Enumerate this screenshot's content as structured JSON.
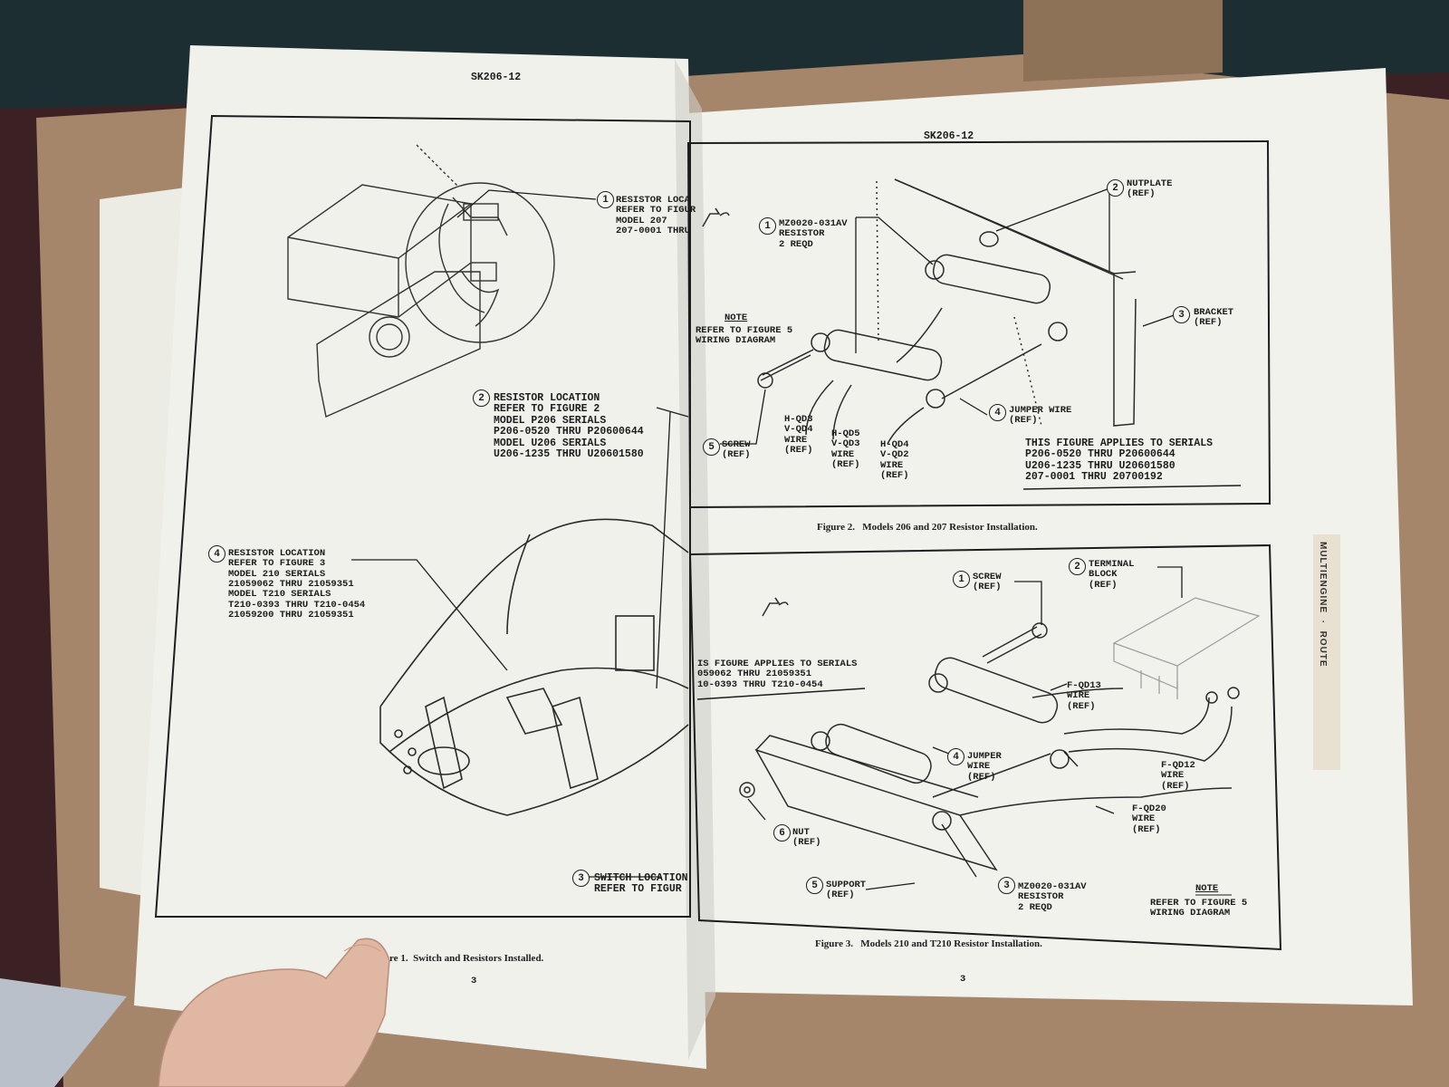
{
  "left_page": {
    "header": "SK206-12",
    "callout_1": {
      "num": "1",
      "lines": [
        "RESISTOR LOCA",
        "REFER TO FIGUR",
        "MODEL 207",
        "207-0001 THRU"
      ]
    },
    "callout_2": {
      "num": "2",
      "lines": [
        "RESISTOR LOCATION",
        "REFER TO FIGURE 2",
        "MODEL P206 SERIALS",
        "P206-0520 THRU P20600644",
        "MODEL U206 SERIALS",
        "U206-1235 THRU U20601580"
      ]
    },
    "callout_3": {
      "num": "3",
      "lines": [
        "SWITCH LOCATION",
        "REFER TO FIGUR"
      ]
    },
    "callout_4": {
      "num": "4",
      "lines": [
        "RESISTOR LOCATION",
        "REFER TO FIGURE 3",
        "MODEL 210 SERIALS",
        "21059062 THRU 21059351",
        "MODEL T210 SERIALS",
        "T210-0393 THRU T210-0454",
        "21059200 THRU 21059351"
      ]
    },
    "caption": "re 1.  Switch and Resistors Installed.",
    "page_number": "3"
  },
  "right_page": {
    "header": "SK206-12",
    "figure2": {
      "callout_1": {
        "num": "1",
        "lines": [
          "MZ0020-031AV",
          "RESISTOR",
          "2 REQD"
        ]
      },
      "callout_2": {
        "num": "2",
        "lines": [
          "NUTPLATE",
          "(REF)"
        ]
      },
      "callout_3": {
        "num": "3",
        "lines": [
          "BRACKET",
          "(REF)"
        ]
      },
      "callout_4": {
        "num": "4",
        "lines": [
          "JUMPER WIRE",
          "(REF)"
        ]
      },
      "callout_5": {
        "num": "5",
        "lines": [
          "SCREW",
          "(REF)"
        ]
      },
      "note_title": "NOTE",
      "note_lines": [
        "REFER TO FIGURE 5",
        "WIRING DIAGRAM"
      ],
      "wire_a": [
        "H-QD3",
        "V-QD4",
        "WIRE",
        "(REF)"
      ],
      "wire_b": [
        "H-QD5",
        "V-QD3",
        "WIRE",
        "(REF)"
      ],
      "wire_c": [
        "H-QD4",
        "V-QD2",
        "WIRE",
        "(REF)"
      ],
      "applies": [
        "THIS FIGURE APPLIES TO SERIALS",
        "P206-0520 THRU P20600644",
        "U206-1235 THRU U20601580",
        "207-0001 THRU 20700192"
      ],
      "caption": "Figure 2.   Models 206 and 207 Resistor Installation."
    },
    "figure3": {
      "callout_1": {
        "num": "1",
        "lines": [
          "SCREW",
          "(REF)"
        ]
      },
      "callout_2": {
        "num": "2",
        "lines": [
          "TERMINAL",
          "BLOCK",
          "(REF)"
        ]
      },
      "callout_3": {
        "num": "3",
        "lines": [
          "MZ0020-031AV",
          "RESISTOR",
          "2 REQD"
        ]
      },
      "callout_4": {
        "num": "4",
        "lines": [
          "JUMPER",
          "WIRE",
          "(REF)"
        ]
      },
      "callout_5": {
        "num": "5",
        "lines": [
          "SUPPORT",
          "(REF)"
        ]
      },
      "callout_6": {
        "num": "6",
        "lines": [
          "NUT",
          "(REF)"
        ]
      },
      "wire_13": [
        "F-QD13",
        "WIRE",
        "(REF)"
      ],
      "wire_12": [
        "F-QD12",
        "WIRE",
        "(REF)"
      ],
      "wire_20": [
        "F-QD20",
        "WIRE",
        "(REF)"
      ],
      "applies": [
        "IS FIGURE APPLIES TO SERIALS",
        "059062 THRU 21059351",
        "10-0393 THRU T210-0454"
      ],
      "note_title": "NOTE",
      "note_lines": [
        "REFER TO FIGURE 5",
        "WIRING DIAGRAM"
      ],
      "caption": "Figure 3.   Models 210 and T210 Resistor Installation."
    },
    "page_number": "3",
    "side_tab": "MULTIENGINE  ·  ROUTE"
  }
}
